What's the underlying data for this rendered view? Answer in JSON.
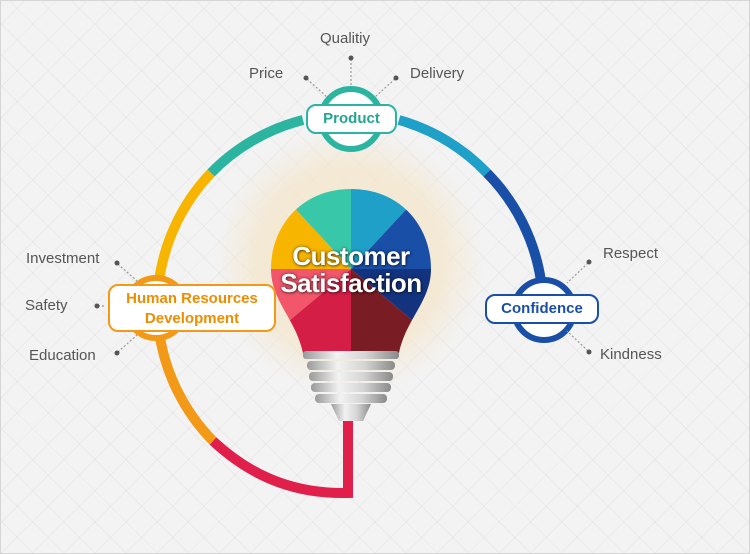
{
  "center": {
    "line1": "Customer",
    "line2": "Satisfaction"
  },
  "nodes": {
    "product": "Product",
    "confidence": "Confidence",
    "hr_line1": "Human Resources",
    "hr_line2": "Development"
  },
  "product_items": {
    "left": "Price",
    "top": "Qualitiy",
    "right": "Delivery"
  },
  "confidence_items": {
    "top": "Respect",
    "bottom": "Kindness"
  },
  "hr_items": {
    "top": "Investment",
    "middle": "Safety",
    "bottom": "Education"
  },
  "colors": {
    "teal": "#2bb5a0",
    "blue": "#1a4fa8",
    "orange": "#f29a17",
    "yellow": "#f7b500",
    "red": "#e0204a",
    "darkred": "#7a1c24"
  }
}
